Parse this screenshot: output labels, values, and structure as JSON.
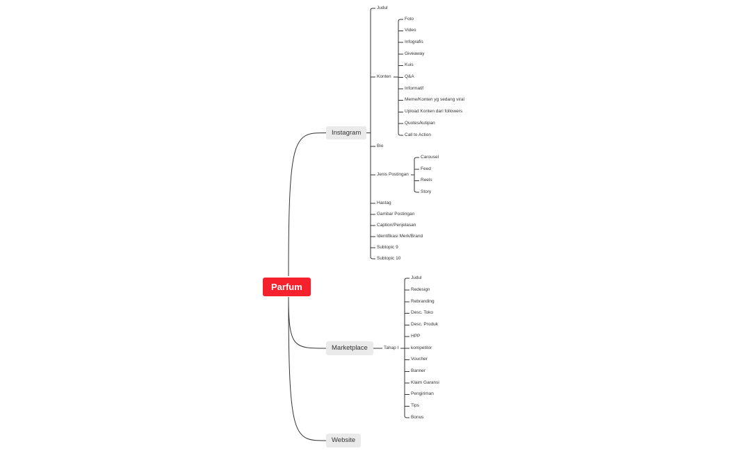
{
  "mindmap": {
    "root": {
      "label": "Parfum"
    },
    "branches": [
      {
        "label": "Instagram",
        "children": [
          {
            "label": "Judul"
          },
          {
            "label": "Konten",
            "children": [
              {
                "label": "Foto"
              },
              {
                "label": "Video"
              },
              {
                "label": "Infografis"
              },
              {
                "label": "Giveaway"
              },
              {
                "label": "Kuis"
              },
              {
                "label": "Q&A"
              },
              {
                "label": "Informatif"
              },
              {
                "label": "Meme/Konten yg sedang viral"
              },
              {
                "label": "Upload Konten dari followers"
              },
              {
                "label": "Quotes/kutipan"
              },
              {
                "label": "Call to Action"
              }
            ]
          },
          {
            "label": "Bio"
          },
          {
            "label": "Jenis Postingan",
            "children": [
              {
                "label": "Carousel"
              },
              {
                "label": "Feed"
              },
              {
                "label": "Reels"
              },
              {
                "label": "Story"
              }
            ]
          },
          {
            "label": "Hastag"
          },
          {
            "label": "Gambar Postingan"
          },
          {
            "label": "Caption/Penjelasan"
          },
          {
            "label": "Identifikasi Merk/Brand"
          },
          {
            "label": "Subtopic 9"
          },
          {
            "label": "Subtopic 10"
          }
        ]
      },
      {
        "label": "Marketplace",
        "children": [
          {
            "label": "Tahap I",
            "children": [
              {
                "label": "Judul"
              },
              {
                "label": "Redesign"
              },
              {
                "label": "Rebranding"
              },
              {
                "label": "Desc. Toko"
              },
              {
                "label": "Desc. Produk"
              },
              {
                "label": "HPP"
              },
              {
                "label": "kompetitor"
              },
              {
                "label": "Voucher"
              },
              {
                "label": "Banner"
              },
              {
                "label": "Klaim Garansi"
              },
              {
                "label": "Pengiriman"
              },
              {
                "label": "Tips"
              },
              {
                "label": "Bonus"
              }
            ]
          }
        ]
      },
      {
        "label": "Website",
        "children": []
      }
    ]
  },
  "colors": {
    "root_bg": "#f5222d",
    "main_bg": "#eaeaea",
    "line": "#333333"
  }
}
